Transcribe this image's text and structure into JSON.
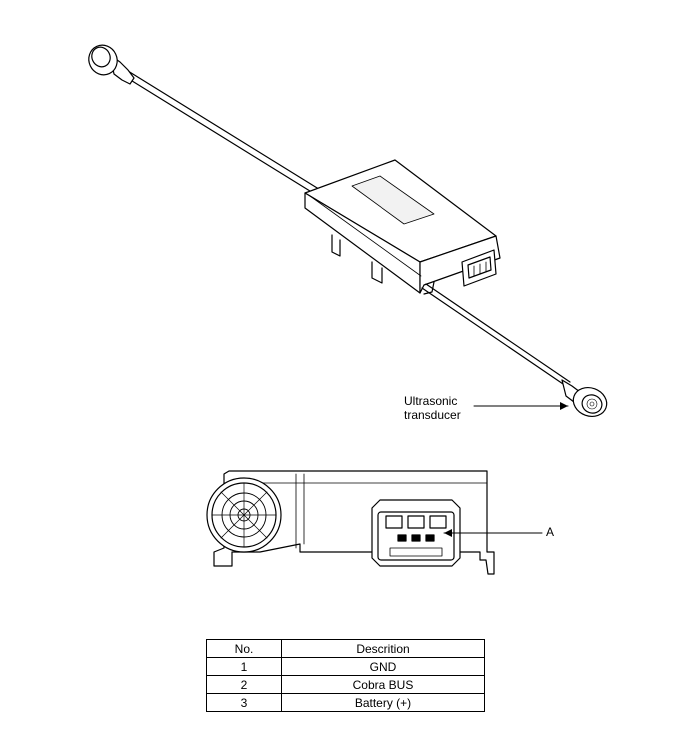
{
  "callouts": {
    "transducer_line1": "Ultrasonic",
    "transducer_line2": "transducer",
    "connector_letter": "A"
  },
  "pin_table": {
    "headers": {
      "no": "No.",
      "description": "Descrition"
    },
    "rows": [
      {
        "no": "1",
        "description": "GND"
      },
      {
        "no": "2",
        "description": "Cobra BUS"
      },
      {
        "no": "3",
        "description": "Battery (+)"
      }
    ]
  }
}
